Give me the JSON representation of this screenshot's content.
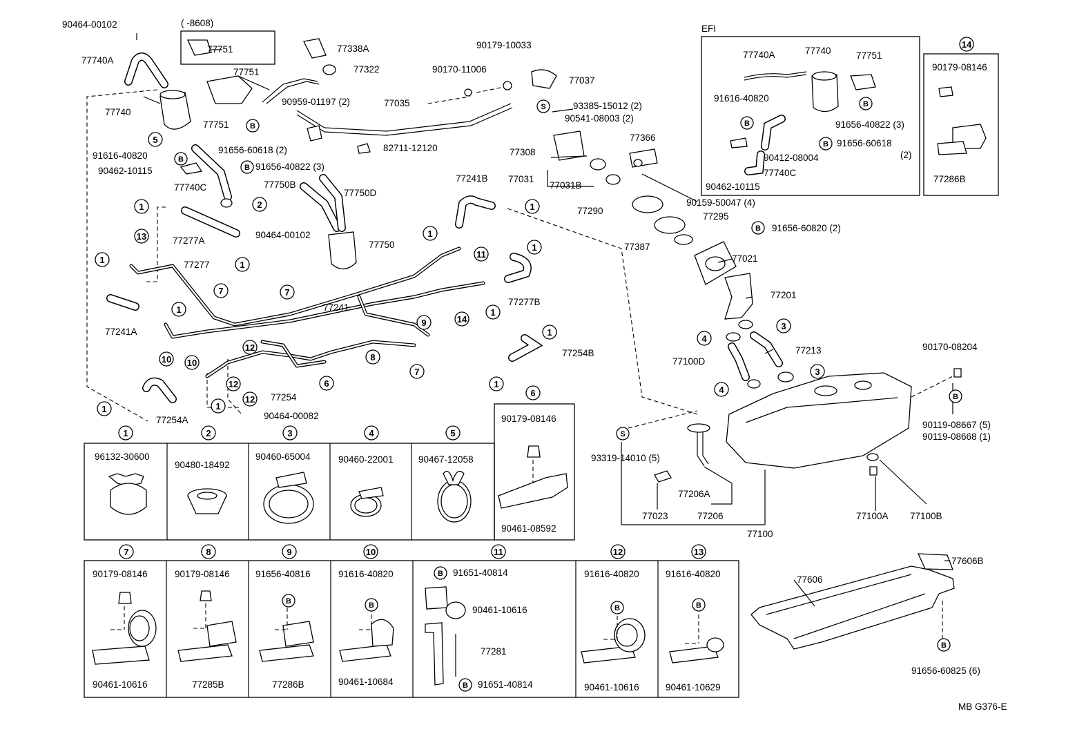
{
  "diagram": {
    "footer_code": "MB G376-E",
    "efi_label": "EFI",
    "range_label": "( -8608)",
    "callouts": [
      {
        "id": "c1",
        "text": "90464-00102"
      },
      {
        "id": "c2",
        "text": "77740A"
      },
      {
        "id": "c3",
        "text": "77740"
      },
      {
        "id": "c4",
        "text": "77751"
      },
      {
        "id": "c5",
        "text": "77751"
      },
      {
        "id": "c6",
        "text": "77751"
      },
      {
        "id": "c7",
        "text": "77338A"
      },
      {
        "id": "c8",
        "text": "77322"
      },
      {
        "id": "c9",
        "text": "90179-10033"
      },
      {
        "id": "c10",
        "text": "90170-11006"
      },
      {
        "id": "c11",
        "text": "77037"
      },
      {
        "id": "c12",
        "text": "90959-01197 (2)"
      },
      {
        "id": "c13",
        "text": "77035"
      },
      {
        "id": "c14",
        "text": "91656-60618 (2)"
      },
      {
        "id": "c15",
        "text": "91616-40820"
      },
      {
        "id": "c16",
        "text": "90462-10115"
      },
      {
        "id": "c17",
        "text": "91656-40822 (3)"
      },
      {
        "id": "c18",
        "text": "82711-12120"
      },
      {
        "id": "c19",
        "text": "77740C"
      },
      {
        "id": "c20",
        "text": "77750B"
      },
      {
        "id": "c21",
        "text": "77750D"
      },
      {
        "id": "c22",
        "text": "93385-15012 (2)"
      },
      {
        "id": "c23",
        "text": "90541-08003 (2)"
      },
      {
        "id": "c24",
        "text": "77308"
      },
      {
        "id": "c25",
        "text": "77366"
      },
      {
        "id": "c26",
        "text": "77031"
      },
      {
        "id": "c27",
        "text": "77031B"
      },
      {
        "id": "c28",
        "text": "77241B"
      },
      {
        "id": "c29",
        "text": "90159-50047 (4)"
      },
      {
        "id": "c30",
        "text": "77290"
      },
      {
        "id": "c31",
        "text": "77295"
      },
      {
        "id": "c32",
        "text": "77277A"
      },
      {
        "id": "c33",
        "text": "90464-00102"
      },
      {
        "id": "c34",
        "text": "77750"
      },
      {
        "id": "c35",
        "text": "91656-60820 (2)"
      },
      {
        "id": "c36",
        "text": "77387"
      },
      {
        "id": "c37",
        "text": "77277"
      },
      {
        "id": "c38",
        "text": "77241"
      },
      {
        "id": "c39",
        "text": "77021"
      },
      {
        "id": "c40",
        "text": "77277B"
      },
      {
        "id": "c41",
        "text": "77201"
      },
      {
        "id": "c42",
        "text": "77241A"
      },
      {
        "id": "c43",
        "text": "77254B"
      },
      {
        "id": "c44",
        "text": "77213"
      },
      {
        "id": "c45",
        "text": "77100D"
      },
      {
        "id": "c46",
        "text": "90170-08204"
      },
      {
        "id": "c47",
        "text": "77254"
      },
      {
        "id": "c48",
        "text": "77254A"
      },
      {
        "id": "c49",
        "text": "90464-00082"
      },
      {
        "id": "c50",
        "text": "90119-08667 (5)"
      },
      {
        "id": "c51",
        "text": "90119-08668 (1)"
      },
      {
        "id": "c52",
        "text": "93319-14010 (5)"
      },
      {
        "id": "c53",
        "text": "77206A"
      },
      {
        "id": "c54",
        "text": "77023"
      },
      {
        "id": "c55",
        "text": "77206"
      },
      {
        "id": "c56",
        "text": "77100A"
      },
      {
        "id": "c57",
        "text": "77100B"
      },
      {
        "id": "c58",
        "text": "77100"
      },
      {
        "id": "c59",
        "text": "77606B"
      },
      {
        "id": "c60",
        "text": "77606"
      },
      {
        "id": "c61",
        "text": "91656-60825 (6)"
      }
    ],
    "efi_box": {
      "items": [
        {
          "id": "e1",
          "text": "77740A"
        },
        {
          "id": "e2",
          "text": "77740"
        },
        {
          "id": "e3",
          "text": "77751"
        },
        {
          "id": "e4",
          "text": "91616-40820"
        },
        {
          "id": "e5",
          "text": "91656-40822 (3)"
        },
        {
          "id": "e6",
          "text": "91656-60618"
        },
        {
          "id": "e7",
          "text": "(2)"
        },
        {
          "id": "e8",
          "text": "90412-08004"
        },
        {
          "id": "e9",
          "text": "77740C"
        },
        {
          "id": "e10",
          "text": "90462-10115"
        }
      ]
    },
    "box14": {
      "number": "14",
      "top": "90179-08146",
      "bottom": "77286B"
    },
    "legend_row1": [
      {
        "number": "1",
        "part": "96132-30600"
      },
      {
        "number": "2",
        "part": "90480-18492"
      },
      {
        "number": "3",
        "part": "90460-65004"
      },
      {
        "number": "4",
        "part": "90460-22001"
      },
      {
        "number": "5",
        "part": "90467-12058"
      },
      {
        "number": "6",
        "part": "90179-08146",
        "bottom": "90461-08592"
      }
    ],
    "legend_row2": [
      {
        "number": "7",
        "part": "90179-08146",
        "bottom": "90461-10616"
      },
      {
        "number": "8",
        "part": "90179-08146",
        "bottom": "77285B"
      },
      {
        "number": "9",
        "part": "91656-40816",
        "bottom": "77286B"
      },
      {
        "number": "10",
        "part": "91616-40820",
        "bottom": "90461-10684"
      },
      {
        "number": "11",
        "part": "91651-40814",
        "mid1": "90461-10616",
        "mid2": "77281",
        "bottom": "91651-40814"
      },
      {
        "number": "12",
        "part": "91616-40820",
        "bottom": "90461-10616"
      },
      {
        "number": "13",
        "part": "91616-40820",
        "bottom": "90461-10629"
      }
    ],
    "markers": {
      "s": "S",
      "b": "B"
    }
  }
}
